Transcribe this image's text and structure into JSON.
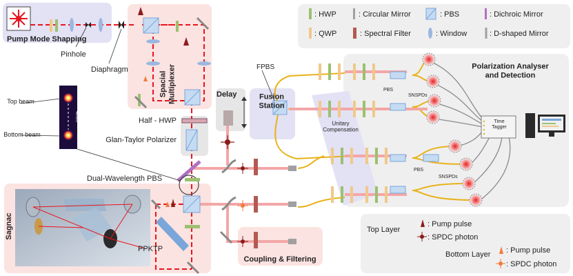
{
  "labels": {
    "pump_mode_shaping": "Pump Mode Shapping",
    "pinhole": "Pinhole",
    "diaphragm": "Diaphragm",
    "spacial_multiplexer": "Spacial\nMultiplexer",
    "top_beam": "Top beam",
    "bottom_beam": "Bottom beam",
    "beam_sep": "4mm",
    "half_hwp": "Half - HWP",
    "glan_taylor": "Glan-Taylor Polarizer",
    "dual_pbs": "Dual-Wavelength PBS",
    "sagnac": "Sagnac",
    "ppktp": "PPKTP",
    "delay": "Delay",
    "fusion_station": "Fusion\nStation",
    "fpbs": "FPBS",
    "unitary": "Unitary\nCompensation",
    "coupling": "Coupling & Filtering",
    "pa_title": "Polarization Analyser\nand Detection",
    "pbs_top": "PBS",
    "pbs_bottom": "PBS",
    "snspd_top": "SNSPDs",
    "snspd_bottom": "SNSPDs",
    "time_tagger": "Time\nTagger"
  },
  "legend": {
    "items": [
      {
        "label": ": HWP",
        "icon": "hwp-icon"
      },
      {
        "label": ": Circular Mirror",
        "icon": "circular-mirror-icon"
      },
      {
        "label": ": PBS",
        "icon": "pbs-icon"
      },
      {
        "label": ": Dichroic Mirror",
        "icon": "dichroic-mirror-icon"
      },
      {
        "label": ": QWP",
        "icon": "qwp-icon"
      },
      {
        "label": ": Spectral Filter",
        "icon": "spectral-filter-icon"
      },
      {
        "label": ": Window",
        "icon": "window-icon"
      },
      {
        "label": ": D-shaped Mirror",
        "icon": "d-shaped-mirror-icon"
      }
    ]
  },
  "layer_legend": {
    "top_layer": "Top Layer",
    "bottom_layer": "Bottom Layer",
    "pump_pulse": ": Pump pulse",
    "spdc_photon": ": SPDC photon"
  },
  "colors": {
    "beam_red": "#e8141c",
    "beam_pink": "#f3a6a6",
    "fiber": "#e8b21a",
    "hwp": "#9cc070",
    "qwp": "#f0c88a",
    "filter": "#b35a52",
    "pbs": "#7aa6da",
    "dichroic": "#b070c0",
    "panel_grey": "#efefef",
    "panel_pink": "#fbe3e1",
    "panel_purple": "#e3e1f4"
  }
}
